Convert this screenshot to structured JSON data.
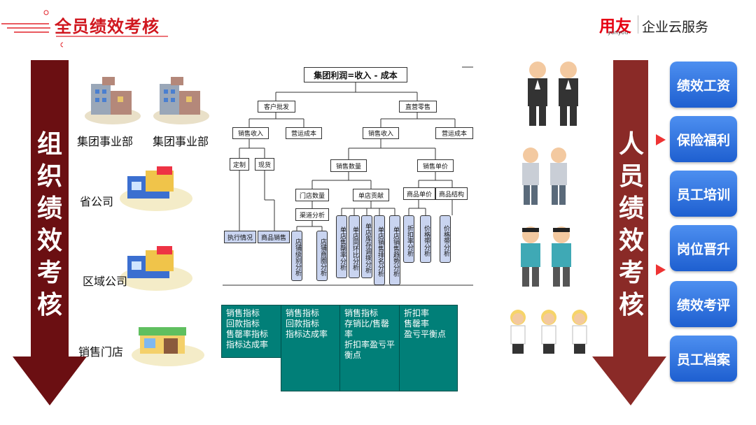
{
  "header": {
    "title": "全员绩效考核",
    "brand_logo": "用友",
    "brand_sub": "yonyou",
    "brand_text": "企业云服务"
  },
  "left_arrow": {
    "label": "组织绩效考核",
    "color": "#6b0f12"
  },
  "right_arrow": {
    "label": "人员绩效考核",
    "color": "#8a2a27"
  },
  "org_units": [
    "集团事业部",
    "集团事业部",
    "省公司",
    "区域公司",
    "销售门店"
  ],
  "tree": {
    "root": "集团利润=收入 - 成本",
    "l1": [
      "客户批发",
      "直营零售"
    ],
    "l2": [
      "销售收入",
      "营运成本",
      "销售收入",
      "营运成本"
    ],
    "l3": [
      "定制",
      "现货",
      "销售数量",
      "销售单价"
    ],
    "l4": [
      "门店数量",
      "单店贡献",
      "商品单价",
      "商品结构"
    ],
    "l5": [
      "渠道分析"
    ],
    "bottom_h": [
      "执行情况",
      "商品销售"
    ],
    "vertical": [
      "店铺级别分析",
      "店铺商圈分析",
      "单店售罄率分析",
      "单店同环比分析",
      "单店库存调拨分析",
      "单店销售排名分析",
      "单店销售趋势分析",
      "折扣率分析",
      "价格带分析",
      "价格带分析"
    ]
  },
  "table_cells": [
    "销售指标\n回款指标\n售罄率指标\n指标达成率",
    "销售指标\n回款指标\n指标达成率",
    "销售指标\n存销比/售罄率\n折扣率盈亏平衡点",
    "折扣率\n售罄率\n盈亏平衡点"
  ],
  "right_items": [
    "绩效工资",
    "保险福利",
    "员工培训",
    "岗位晋升",
    "绩效考评",
    "员工档案"
  ],
  "colors": {
    "title_red": "#d0171f",
    "teal": "#017f78",
    "blue_btn": "#2f74e0",
    "light_blue_node": "#c9d4f0"
  }
}
